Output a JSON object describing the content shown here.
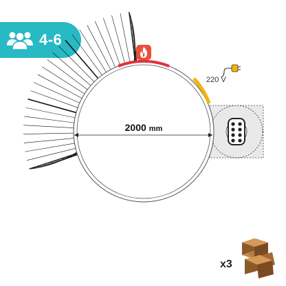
{
  "capacity": {
    "label": "4-6",
    "icon": "people-icon"
  },
  "pool": {
    "diameter_label": "2000",
    "diameter_unit": "mm"
  },
  "heater": {
    "icon": "fire-icon"
  },
  "power": {
    "voltage_label": "220 V",
    "icon": "plug-icon"
  },
  "stairs": {
    "quantity_label": "x3",
    "icon": "stairs-icon"
  },
  "colors": {
    "accent": "#27b9c4",
    "heater_mark": "#e0313f",
    "power_mark": "#f4b400",
    "fire": "#e8503a"
  }
}
